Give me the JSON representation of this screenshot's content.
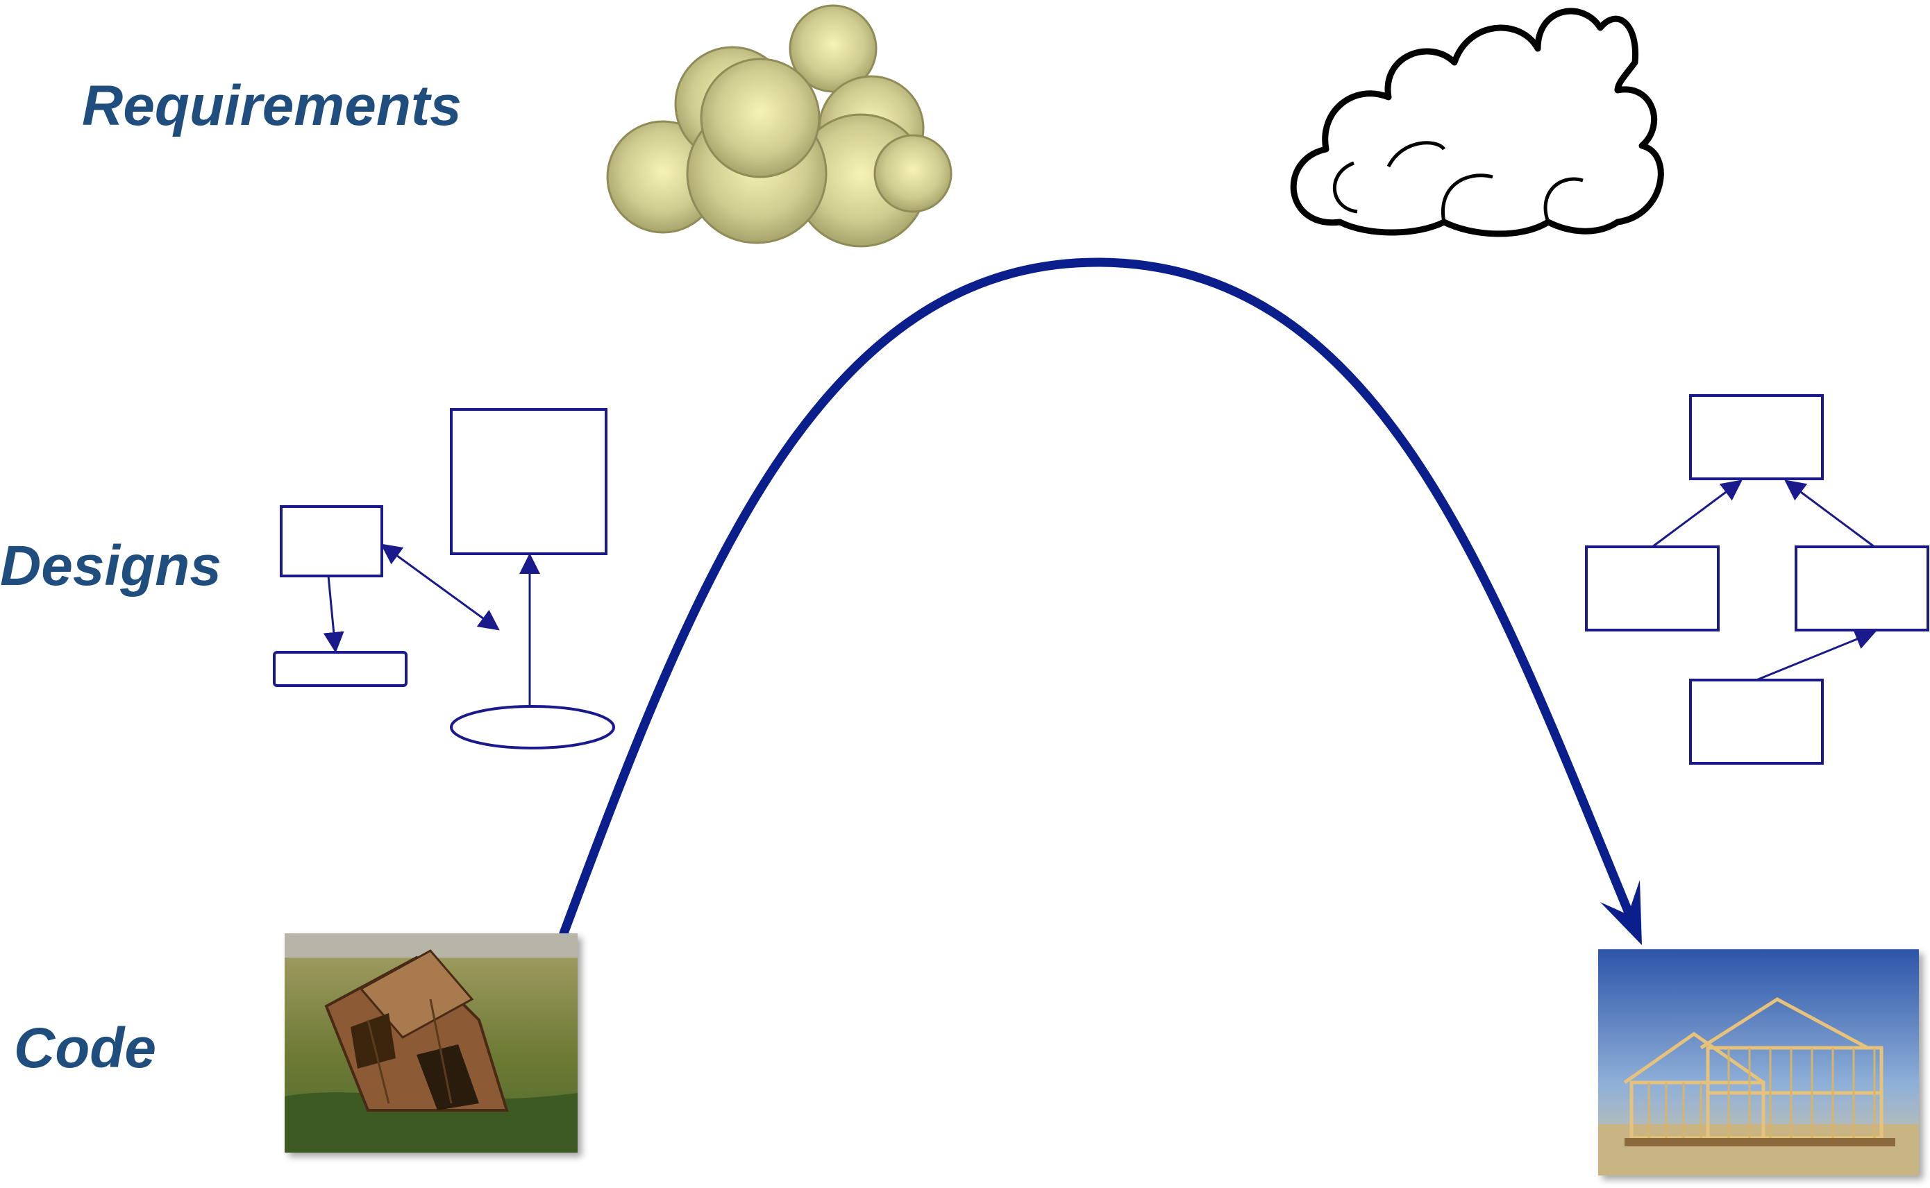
{
  "labels": {
    "requirements": "Requirements",
    "designs": "Designs",
    "code": "Code"
  },
  "colors": {
    "label_text": "#1f4e7e",
    "arc": "#0a1e8c",
    "diagram_line": "#1a1a8c",
    "cloud_fill": "#cfcc90",
    "cloud_outline": "#000000"
  },
  "icons": {
    "left_cloud": "filled-cloud-icon",
    "right_cloud": "outline-cloud-icon",
    "left_photo": "collapsed-barn-photo",
    "right_photo": "house-framing-photo"
  }
}
